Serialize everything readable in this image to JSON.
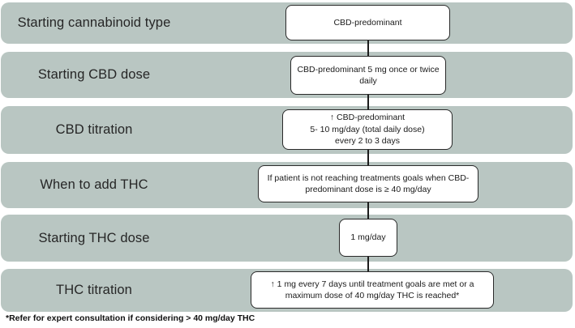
{
  "flowchart": {
    "rows": [
      {
        "label": "Starting cannabinoid type",
        "box_lines": [
          "CBD-predominant"
        ]
      },
      {
        "label": "Starting CBD dose",
        "box_lines": [
          "CBD-predominant 5 mg once or twice",
          "daily"
        ]
      },
      {
        "label": "CBD titration",
        "box_lines": [
          "↑ CBD-predominant",
          "5- 10 mg/day (total daily dose)",
          "every 2 to 3 days"
        ]
      },
      {
        "label": "When to add THC",
        "box_lines": [
          "If patient is not reaching treatments goals when CBD-",
          "predominant dose is ≥ 40 mg/day"
        ]
      },
      {
        "label": "Starting THC dose",
        "box_lines": [
          "1 mg/day"
        ]
      },
      {
        "label": "THC titration",
        "box_lines": [
          "↑ 1 mg every 7 days until treatment goals are met or a",
          "maximum dose of 40 mg/day THC is reached*"
        ]
      }
    ],
    "footnote": "*Refer for expert consultation if considering > 40 mg/day THC",
    "colors": {
      "band": "#b9c6c2",
      "box_background": "#ffffff",
      "box_border": "#2a2a2a",
      "text": "#1a1a1a",
      "background": "#ffffff"
    }
  }
}
